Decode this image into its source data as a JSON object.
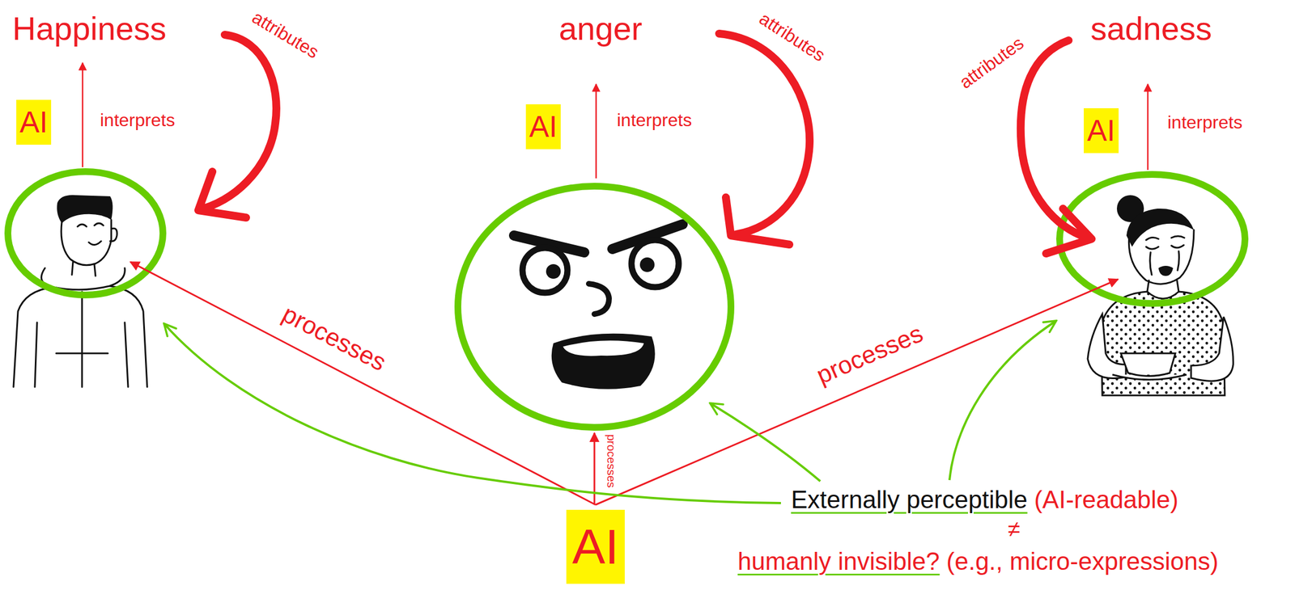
{
  "diagram": {
    "nodes": [
      {
        "text": [
          "AI"
        ]
      },
      {
        "text": [
          "AI"
        ]
      },
      {
        "text": [
          "AI"
        ]
      },
      {
        "text": [
          "AI"
        ]
      }
    ],
    "labels": [
      "Happiness",
      "attributes",
      "anger",
      "attributes",
      "attributes",
      "sadness",
      "interprets",
      "interprets",
      "interprets",
      "processes",
      "processes",
      "processes",
      "Externally perceptible",
      "(AI-readable)",
      "≠",
      "humanly invisible?",
      "(e.g., micro-expressions)"
    ]
  }
}
